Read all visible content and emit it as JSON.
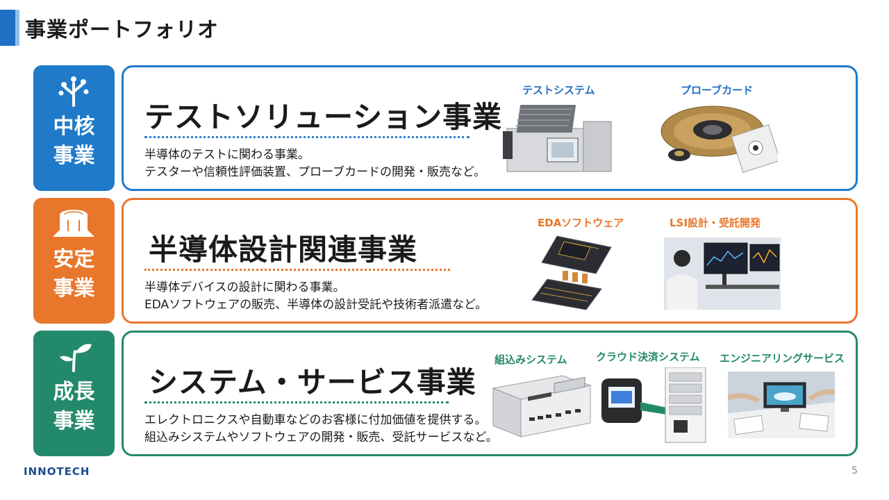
{
  "page": {
    "title": "事業ポートフォリオ",
    "logo": "INNOTECH",
    "page_number": "5"
  },
  "segments": [
    {
      "tag_lines": [
        "中核",
        "事業"
      ],
      "tag_icon": "tree-icon",
      "title": "テストソリューション事業",
      "desc_lines": [
        "半導体のテストに関わる事業。",
        "テスターや信頼性評価装置、プローブカードの開発・販売など。"
      ],
      "products": [
        "テストシステム",
        "プローブカード"
      ],
      "color": "#1f7ac9"
    },
    {
      "tag_lines": [
        "安定",
        "事業"
      ],
      "tag_icon": "tree-stump-icon",
      "title": "半導体設計関連事業",
      "desc_lines": [
        "半導体デバイスの設計に関わる事業。",
        "EDAソフトウェアの販売、半導体の設計受託や技術者派遣など。"
      ],
      "products": [
        "EDAソフトウェア",
        "LSI設計・受託開発"
      ],
      "color": "#e8762b"
    },
    {
      "tag_lines": [
        "成長",
        "事業"
      ],
      "tag_icon": "sprout-icon",
      "title": "システム・サービス事業",
      "desc_lines": [
        "エレクトロニクスや自動車などのお客様に付加価値を提供する。",
        "組込みシステムやソフトウェアの開発・販売、受託サービスなど。"
      ],
      "products": [
        "組込みシステム",
        "クラウド決済システム",
        "エンジニアリングサービス"
      ],
      "color": "#23896b"
    }
  ]
}
